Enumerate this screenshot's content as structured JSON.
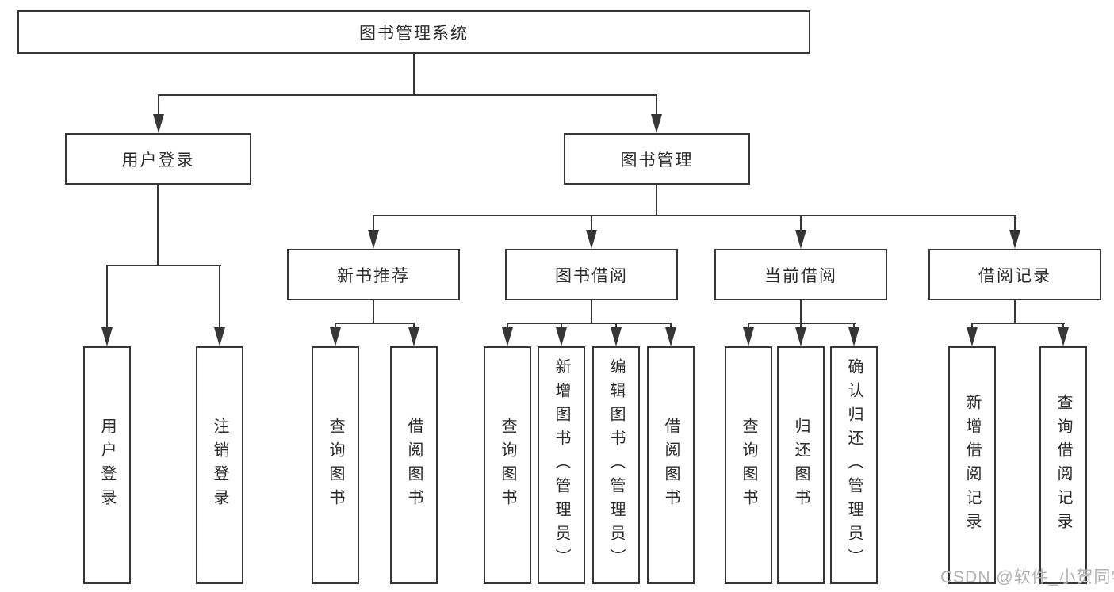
{
  "tree": {
    "root": "图书管理系统",
    "children": [
      {
        "label": "用户登录",
        "children": [
          "用户登录",
          "注销登录"
        ]
      },
      {
        "label": "图书管理",
        "children": [
          {
            "label": "新书推荐",
            "children": [
              "查询图书",
              "借阅图书"
            ]
          },
          {
            "label": "图书借阅",
            "children": [
              "查询图书",
              "新增图书（管理员）",
              "编辑图书（管理员）",
              "借阅图书"
            ]
          },
          {
            "label": "当前借阅",
            "children": [
              "查询图书",
              "归还图书",
              "确认归还（管理员）"
            ]
          },
          {
            "label": "借阅记录",
            "children": [
              "新增借阅记录",
              "查询借阅记录"
            ]
          }
        ]
      }
    ]
  },
  "watermark": {
    "text": "CSDN @软件_小贺同学"
  },
  "colors": {
    "line": "#363636",
    "text": "#2b2b2b",
    "watermark": "#b3b3b3",
    "background": "#ffffff"
  }
}
